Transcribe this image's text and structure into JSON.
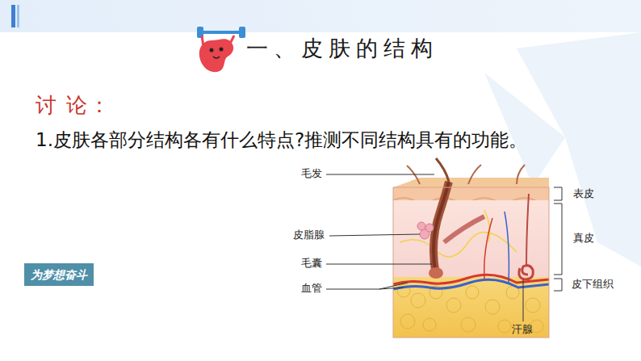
{
  "diagram": {
    "title": "一、皮肤的结构",
    "labels": [
      "讨 论：",
      "1.皮肤各部分结构各有什么特点?推测不同结构具有的功能。",
      "毛发",
      "皮脂腺",
      "毛囊",
      "血管",
      "表皮",
      "真皮",
      "皮下组织",
      "汗腺",
      "为梦想奋斗"
    ]
  }
}
